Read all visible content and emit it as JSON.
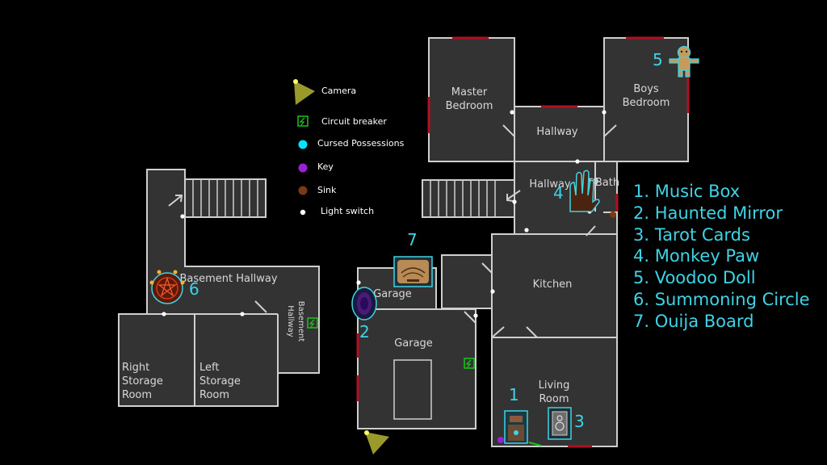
{
  "legend": {
    "camera": "Camera",
    "circuit_breaker": "Circuit breaker",
    "cursed_possessions": "Cursed Possessions",
    "key": "Key",
    "sink": "Sink",
    "light_switch": "Light switch"
  },
  "rooms": {
    "master_bedroom_1": "Master",
    "master_bedroom_2": "Bedroom",
    "boys_bedroom_1": "Boys",
    "boys_bedroom_2": "Bedroom",
    "hallway_upper": "Hallway",
    "hallway_mid": "Hallway",
    "bath": "Bath",
    "bath_cut": "ro",
    "kitchen": "Kitchen",
    "living_1": "Living",
    "living_2": "Room",
    "garage_small": "Garage",
    "garage_main": "Garage",
    "basement_hallway": "Basement Hallway",
    "basement_hallway_vertical_1": "Basement",
    "basement_hallway_vertical_2": "Hallway",
    "right_storage_1": "Right",
    "right_storage_2": "Storage",
    "right_storage_3": "Room",
    "left_storage_1": "Left",
    "left_storage_2": "Storage",
    "left_storage_3": "Room"
  },
  "markers": {
    "music_box": "1",
    "haunted_mirror": "2",
    "tarot_cards": "3",
    "monkey_paw": "4",
    "voodoo_doll": "5",
    "summoning_circle": "6",
    "ouija_board": "7"
  },
  "items_list": [
    "1. Music Box",
    "2. Haunted Mirror",
    "3. Tarot Cards",
    "4. Monkey Paw",
    "5. Voodoo Doll",
    "6. Summoning Circle",
    "7. Ouija Board"
  ],
  "colors": {
    "background": "#000000",
    "floor": "#333333",
    "wall": "#d0d0d0",
    "door": "#b01020",
    "camera": "#9a9a2a",
    "cursed_possession": "#00e5ff",
    "key": "#9b1fd6",
    "sink": "#7a3a12",
    "light_switch": "#ffffff",
    "breaker": "#19c41b",
    "item_text": "#3fd3e6"
  }
}
